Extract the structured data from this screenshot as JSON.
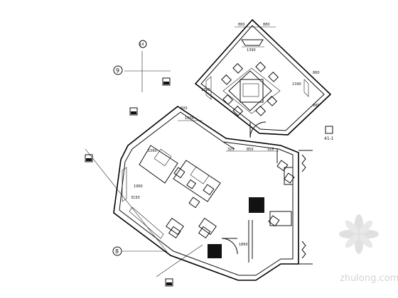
{
  "drawing": {
    "dimensions": {
      "d_880_top": "880",
      "d_1390_top": "1390",
      "d_880_right": "880",
      "d_1790_left": "1790",
      "d_1390_right": "1390",
      "d_880_side": "880",
      "d_1000": "1000",
      "d_500": "500",
      "d_325_a": "325",
      "d_850": "850",
      "d_325_b": "325",
      "d_1560": "1560",
      "d_1960": "1960",
      "d_3150": "3150",
      "d_1860": "1860"
    },
    "grid_axes": {
      "axis_9": "9",
      "axis_8": "8",
      "axis_14": "14"
    },
    "tags": {
      "detail_ref": "41-1"
    }
  },
  "watermark": {
    "brand": "zhulong.com"
  }
}
